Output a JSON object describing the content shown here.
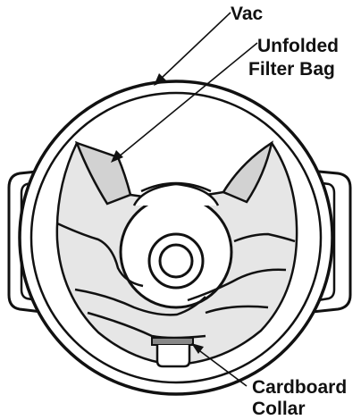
{
  "labels": {
    "vac": "Vac",
    "filter_bag_line1": "Unfolded",
    "filter_bag_line2": "Filter Bag",
    "collar_line1": "Cardboard",
    "collar_line2": "Collar"
  },
  "colors": {
    "ink": "#111111",
    "bag_fill": "#e6e6e6",
    "background": "#ffffff"
  }
}
